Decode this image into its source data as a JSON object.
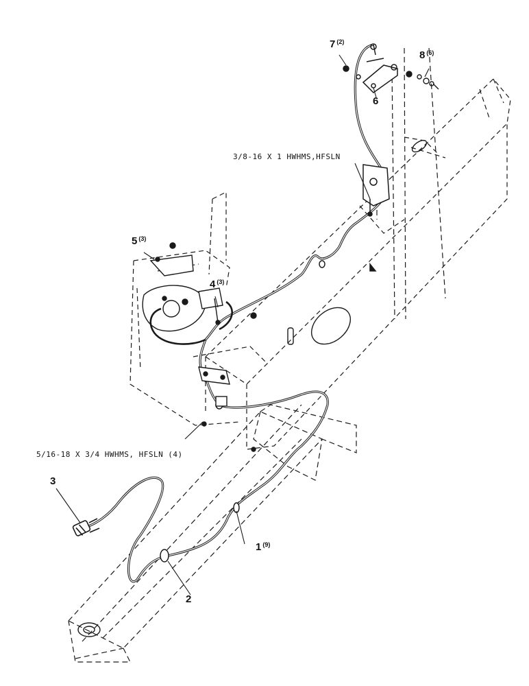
{
  "callouts": [
    {
      "id": "1",
      "qty": "(9)"
    },
    {
      "id": "2",
      "qty": ""
    },
    {
      "id": "3",
      "qty": ""
    },
    {
      "id": "4",
      "qty": "(3)"
    },
    {
      "id": "5",
      "qty": "(3)"
    },
    {
      "id": "6",
      "qty": ""
    },
    {
      "id": "7",
      "qty": "(2)"
    },
    {
      "id": "8",
      "qty": "(6)"
    }
  ],
  "notes": {
    "upper_bolt": "3/8-16 X 1 HWHMS,HFSLN",
    "lower_bolt": "5/16-18 X 3/4 HWHMS, HFSLN (4)"
  },
  "colors": {
    "line": "#1a1a1a",
    "background": "#ffffff"
  }
}
